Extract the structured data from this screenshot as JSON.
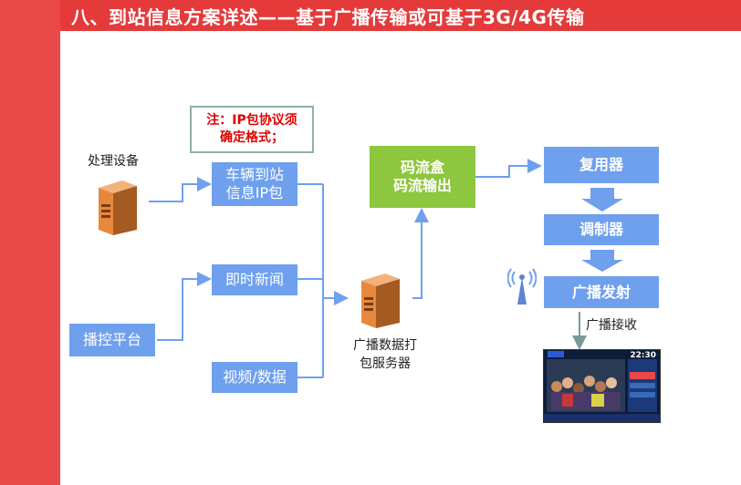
{
  "title": "八、到站信息方案详述——基于广播传输或可基于3G/4G传输",
  "note": {
    "line1": "注：IP包协议须",
    "line2": "确定格式；"
  },
  "processing_device_label": "处理设备",
  "broadcast_control_label": "播控平台",
  "boxes": {
    "vehicle_line1": "车辆到站",
    "vehicle_line2": "信息IP包",
    "news": "即时新闻",
    "video_data": "视频/数据",
    "stream_box_line1": "码流盒",
    "stream_box_line2": "码流输出",
    "mux": "复用器",
    "modulator": "调制器",
    "transmit": "广播发射"
  },
  "server_label": {
    "line1": "广播数据打",
    "line2": "包服务器"
  },
  "receive_label": "广播接收",
  "tv_time": "22:30",
  "colors": {
    "blue": "#6ea0ee",
    "green": "#8dc63f",
    "red": "#e84848"
  }
}
